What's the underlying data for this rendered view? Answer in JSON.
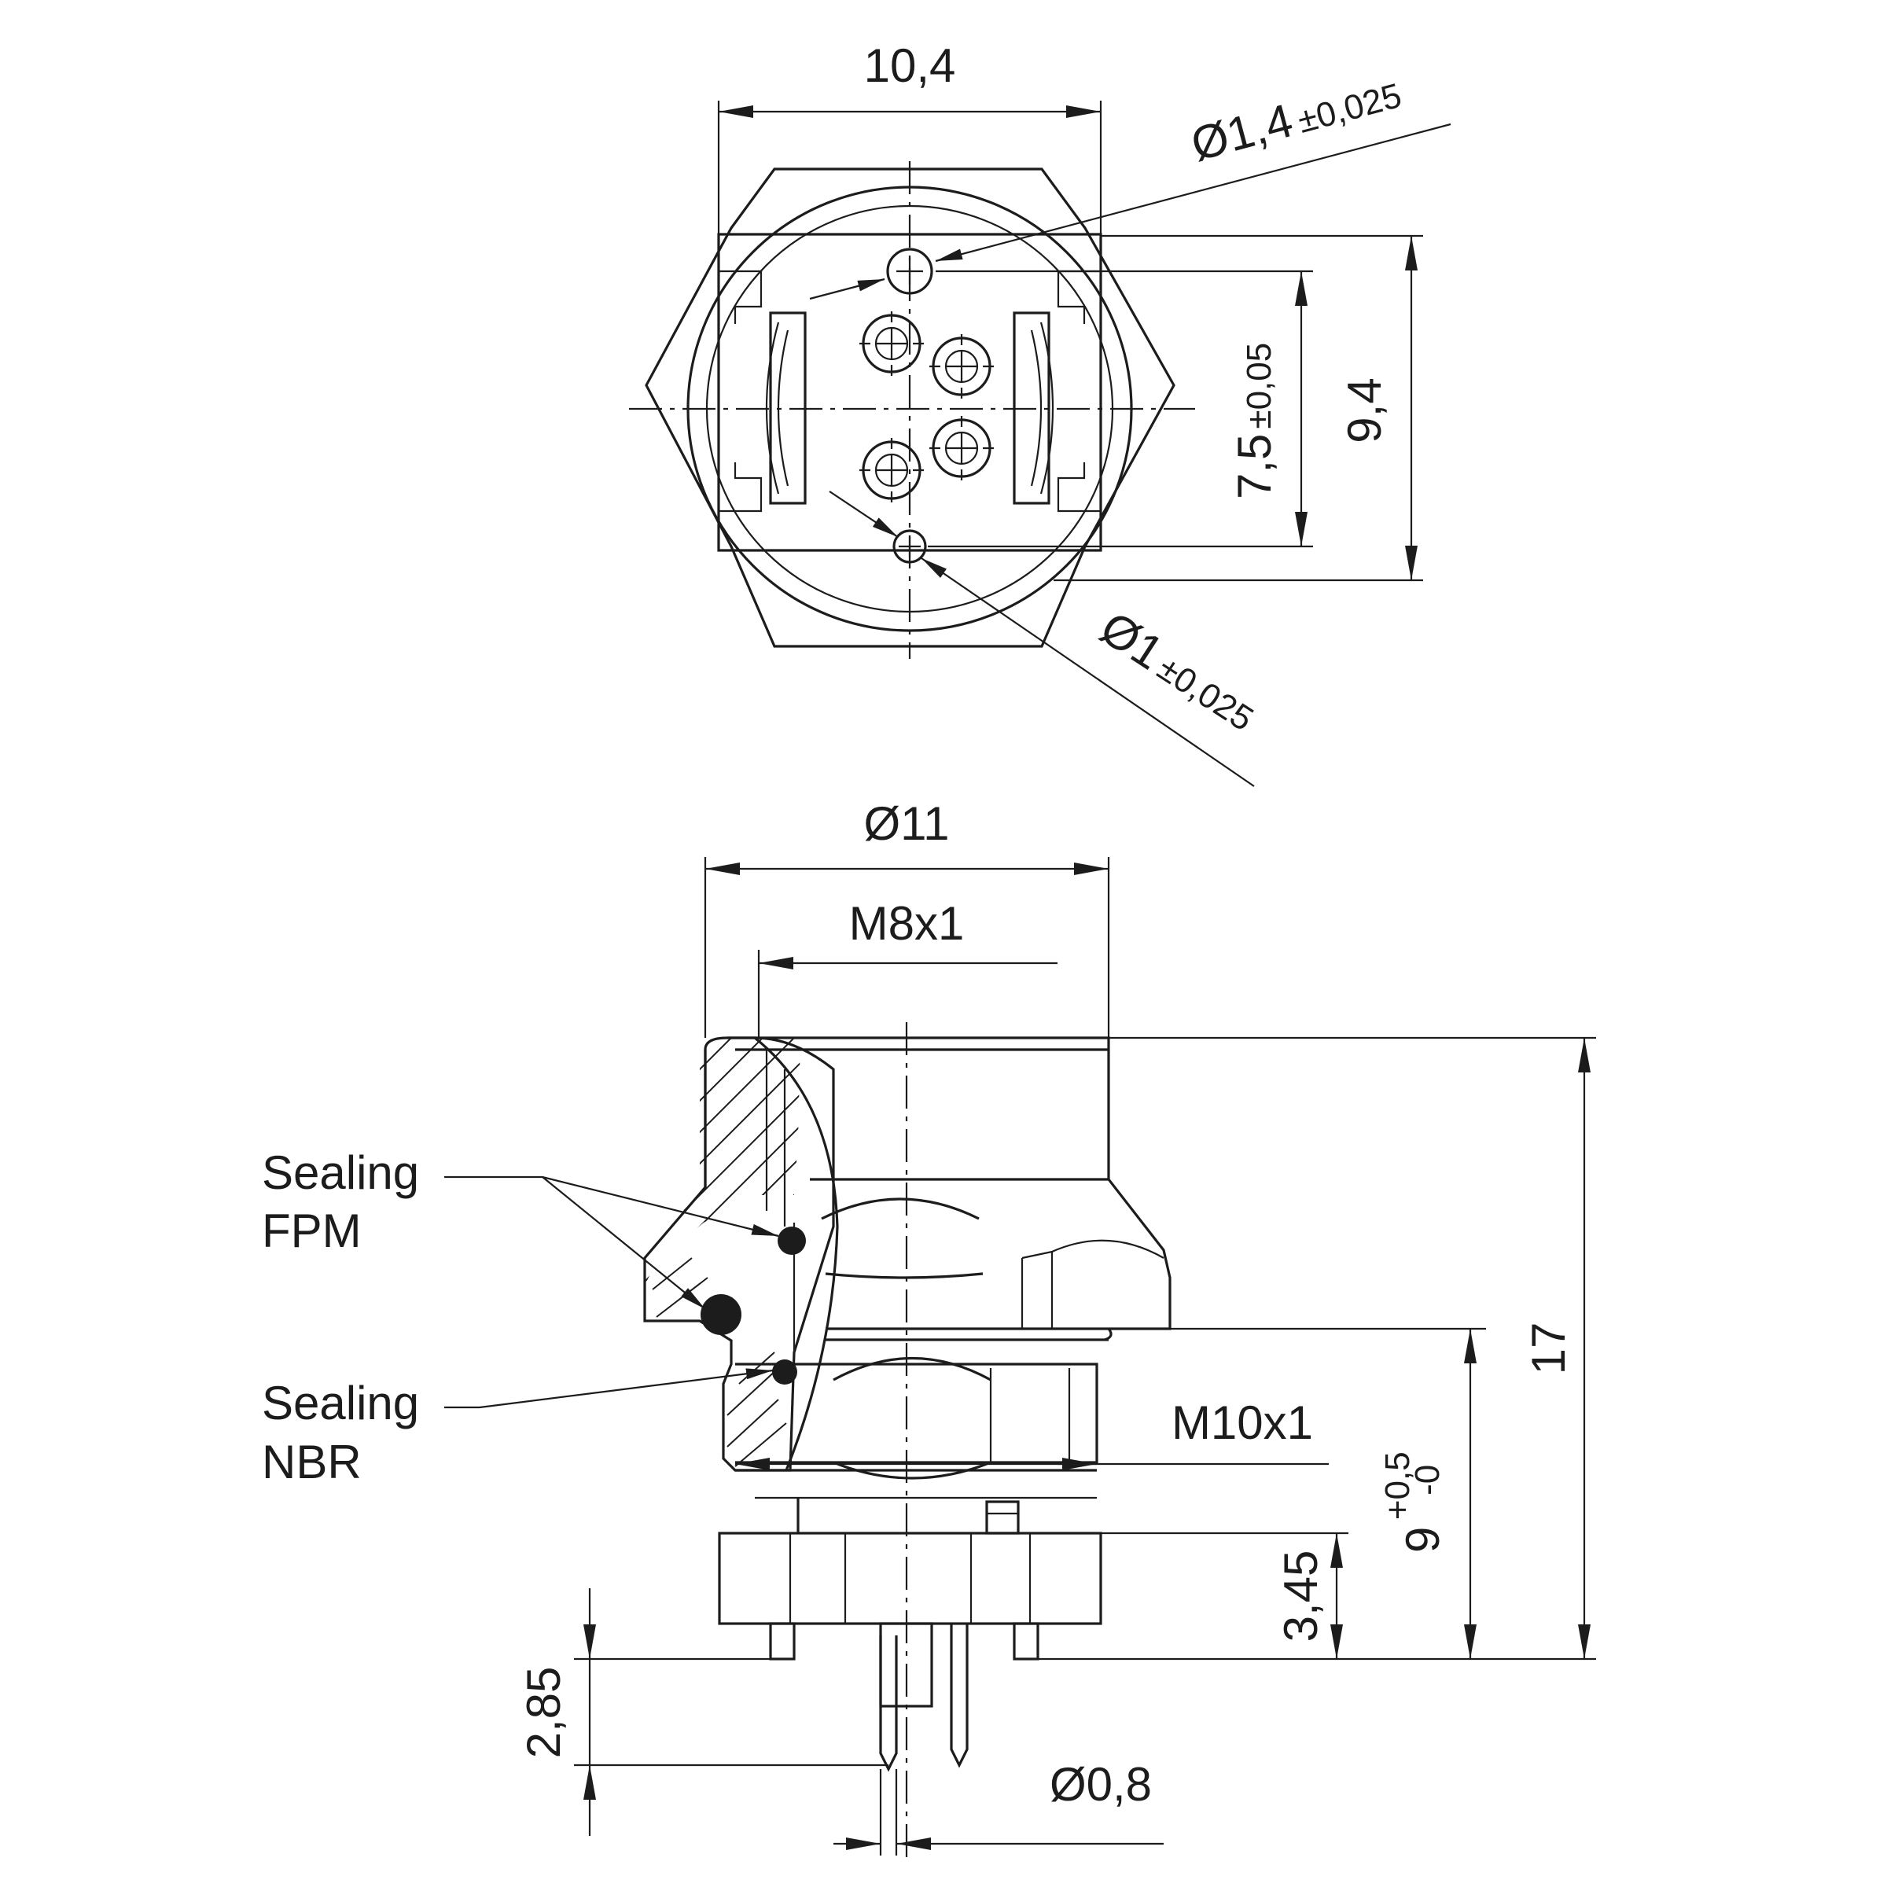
{
  "front_view": {
    "width_dim": "10,4",
    "pin_large_dia": "Ø1,4",
    "pin_large_tol": "±0,025",
    "pin_pitch": "7,5",
    "pin_pitch_tol": "±0,05",
    "height_dim": "9,4",
    "pin_small_dia": "Ø1",
    "pin_small_tol": "±0,025"
  },
  "side_view": {
    "outer_dia": "Ø11",
    "thread_top": "M8x1",
    "thread_bottom": "M10x1",
    "total_height": "17",
    "mount_height_base": "9",
    "mount_height_tol_upper": "+0,5",
    "mount_height_tol_lower": "-0",
    "base_height": "3,45",
    "pin_length": "2,85",
    "pin_dia": "Ø0,8"
  },
  "labels": {
    "seal_fpm_line1": "Sealing",
    "seal_fpm_line2": "FPM",
    "seal_nbr_line1": "Sealing",
    "seal_nbr_line2": "NBR"
  }
}
